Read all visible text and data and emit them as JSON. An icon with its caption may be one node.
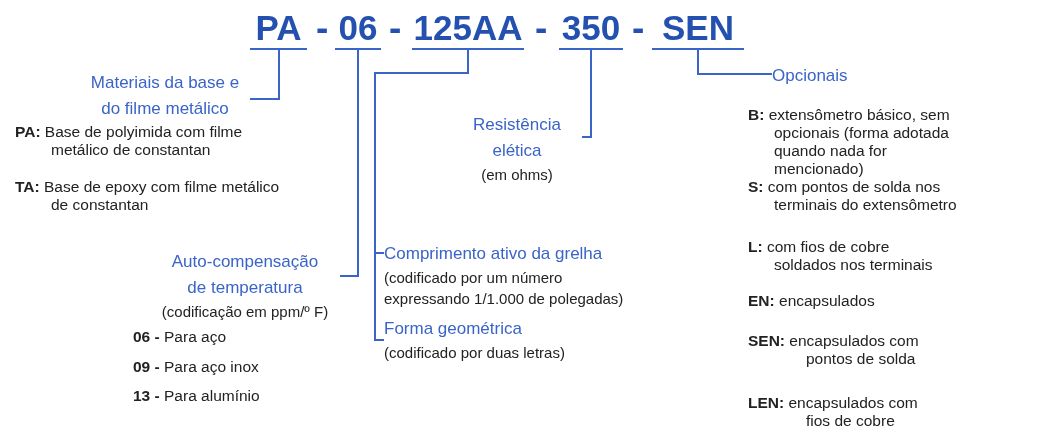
{
  "diagram": {
    "nodes": [
      {
        "text": [
          "PA"
        ]
      },
      {
        "text": [
          "06"
        ]
      },
      {
        "text": [
          "125AA"
        ]
      },
      {
        "text": [
          "350"
        ]
      },
      {
        "text": [
          "SEN"
        ]
      },
      {
        "text": [
          "Materiais da base e do filme metálico"
        ]
      },
      {
        "text": [
          "Opcionais"
        ]
      },
      {
        "text": [
          "Resistência elética"
        ],
        "beside": [
          "(em ohms)"
        ]
      },
      {
        "text": [
          "Comprimento ativo da grelha"
        ],
        "beside": [
          "(codificado por um número expressando 1/1.000 de polegadas)"
        ]
      },
      {
        "text": [
          "Auto-compensação de temperatura"
        ],
        "beside": [
          "(codificação em ppm/º F)"
        ]
      },
      {
        "text": [
          "Forma geométrica"
        ],
        "beside": [
          "(codificado por duas letras)"
        ]
      }
    ],
    "edges": [
      {
        "from": 0,
        "to": 5,
        "arrow": "none"
      },
      {
        "from": 1,
        "to": 9,
        "arrow": "none"
      },
      {
        "from": 2,
        "to": 8,
        "arrow": "none"
      },
      {
        "from": 2,
        "to": 10,
        "arrow": "none"
      },
      {
        "from": 3,
        "to": 7,
        "arrow": "none"
      },
      {
        "from": 4,
        "to": 6,
        "arrow": "none"
      }
    ],
    "labels": [
      "-",
      "-",
      "-",
      "-",
      "**PA:** Base de polyimida com filme metálico de constantan",
      "**TA:** Base de epoxy com filme metálico de constantan",
      "**06 -** Para aço",
      "**09 -** Para aço inox",
      "**13 -** Para alumínio",
      "**B:** extensômetro básico, sem opcionais (forma adotada quando nada for mencionado)",
      "**S:** com pontos de solda nos terminais do extensômetro",
      "**L:** com fios de cobre soldados nos terminais",
      "**EN:** encapsulados",
      "**SEN:** encapsulados com pontos de solda",
      "**LEN:** encapsulados com fios de cobre"
    ]
  }
}
